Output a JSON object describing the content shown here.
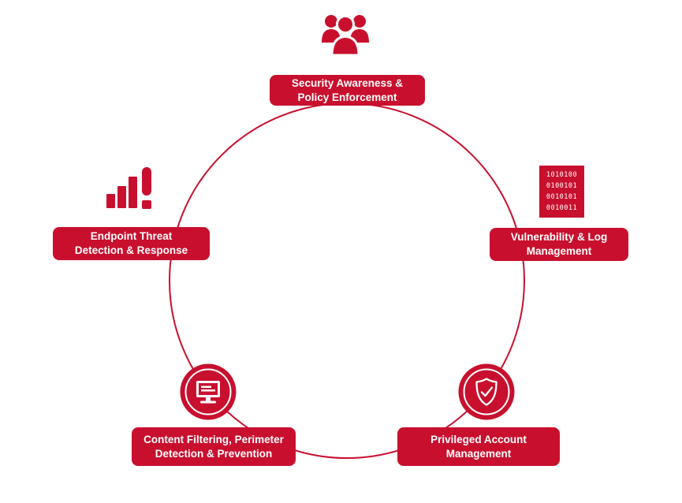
{
  "colors": {
    "primary": "#c8102e",
    "white": "#ffffff"
  },
  "diagram": {
    "shape": "cycle-circle"
  },
  "nodes": {
    "top": {
      "lines": [
        "Security Awareness &",
        "Policy Enforcement"
      ],
      "icon": "people-group-icon"
    },
    "right": {
      "lines": [
        "Vulnerability & Log",
        "Management"
      ],
      "icon": "binary-code-icon"
    },
    "bottom_right": {
      "lines": [
        "Privileged Account",
        "Management"
      ],
      "icon": "shield-check-badge-icon"
    },
    "bottom_left": {
      "lines": [
        "Content Filtering, Perimeter",
        "Detection & Prevention"
      ],
      "icon": "monitor-badge-icon"
    },
    "left": {
      "lines": [
        "Endpoint Threat",
        "Detection & Response"
      ],
      "icon": "alert-bar-chart-icon"
    }
  },
  "binary_icon": {
    "rows": [
      "1010100",
      "0100101",
      "0010101",
      "0010011"
    ]
  }
}
